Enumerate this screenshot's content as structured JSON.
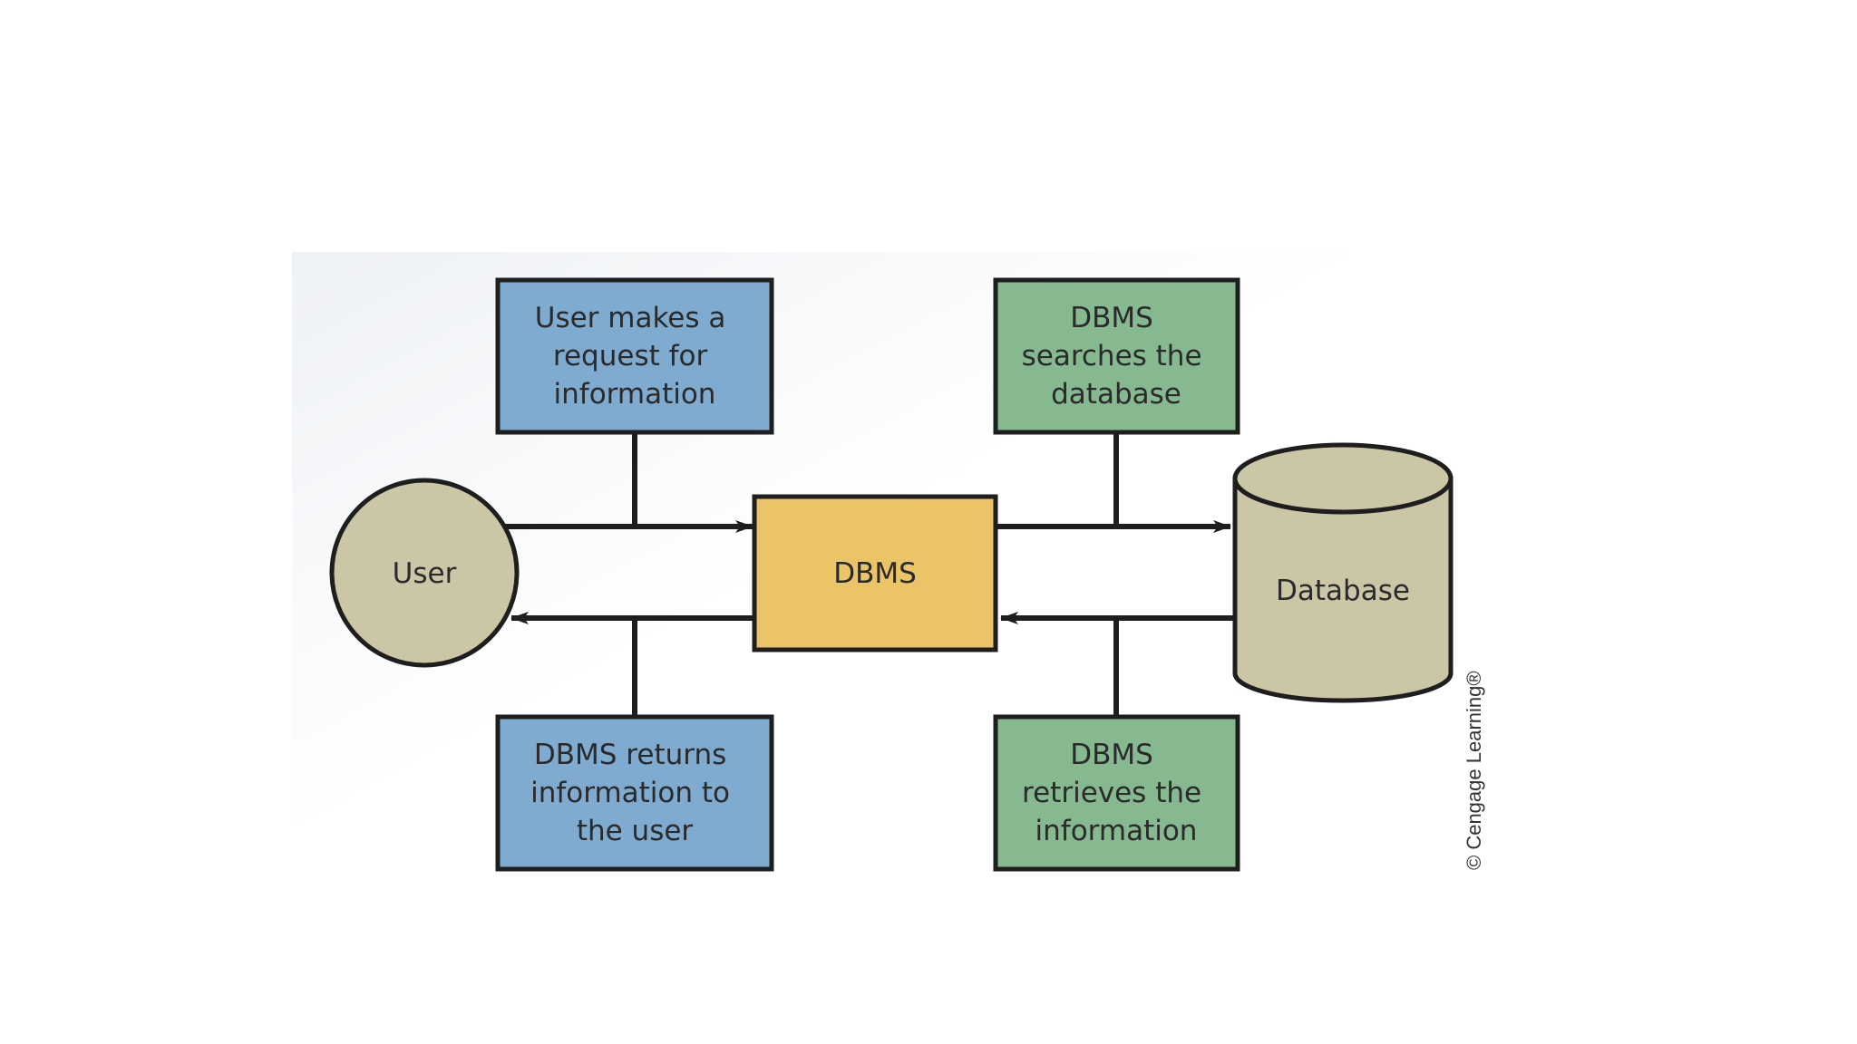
{
  "diagram": {
    "nodes": {
      "user": {
        "label": "User"
      },
      "dbms": {
        "label": "DBMS"
      },
      "database": {
        "label": "Database"
      }
    },
    "steps": {
      "request": {
        "lines": [
          "User makes a",
          "request for",
          "information"
        ]
      },
      "search": {
        "lines": [
          "DBMS",
          "searches the",
          "database"
        ]
      },
      "retrieve": {
        "lines": [
          "DBMS",
          "retrieves the",
          "information"
        ]
      },
      "return": {
        "lines": [
          "DBMS returns",
          "information to",
          "the user"
        ]
      }
    },
    "credit": "© Cengage Learning®"
  },
  "colors": {
    "blue_box": "#7fabd0",
    "green_box": "#86b98f",
    "dbms_box": "#ebc468",
    "user_circle": "#cac6a6",
    "database_cylinder": "#cac6a6",
    "stroke": "#1e1e1e",
    "panel_tint": "#f1f3f6"
  }
}
